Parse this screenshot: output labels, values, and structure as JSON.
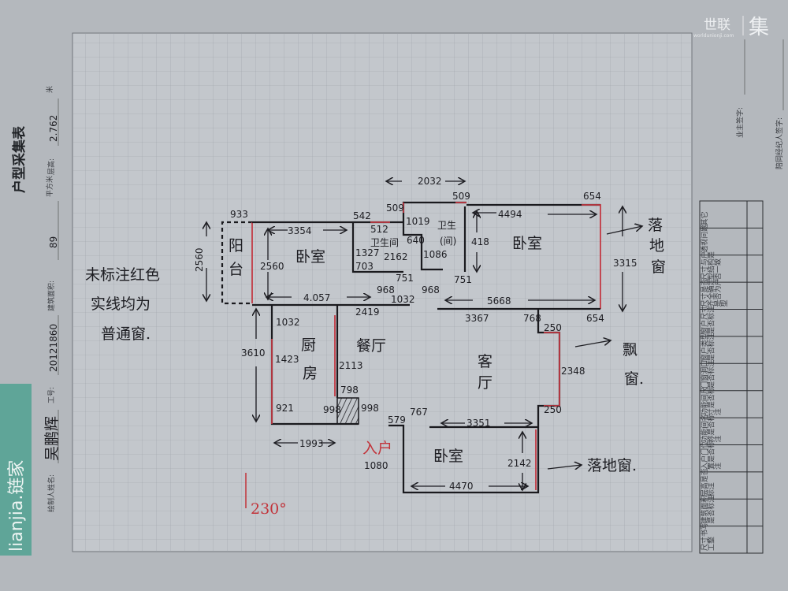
{
  "form": {
    "title": "户型采集表",
    "drawer_label": "绘制人姓名:",
    "drawer_signature": "吴鹏辉",
    "id_label": "工号:",
    "id_value": "20121860",
    "area_label": "建筑面积:",
    "area_value": "89",
    "area_unit": "平方米",
    "height_label": "层高:",
    "height_value": "2.762",
    "height_unit": "米",
    "owner_sign_label": "业主签字:",
    "agent_sign_label": "陪同经纪人签字:"
  },
  "brand": {
    "logo_text": "lianjia.链家",
    "color": "#5fa598"
  },
  "watermark": {
    "name": "世联",
    "char": "集",
    "url": "worldunionji.com"
  },
  "checklist": [
    "其它",
    "透视问题",
    "尺寸与户型结构是否一致",
    "尺寸是否齐全 确定是否为户型",
    "窗户尺寸是否标注",
    "窗户类型是否标注",
    "门窗洞口是否标注",
    "功能间尺寸是否标注",
    "功能间名称是否标注",
    "入户门位置是否标注",
    "层高是否标注",
    "建筑面积是否标注",
    "尺寸书写工整"
  ],
  "plan": {
    "note": [
      "未标注红色",
      "实线均为",
      "普通窗."
    ],
    "rooms": {
      "balcony": [
        "阳",
        "台"
      ],
      "bedroom_nw": "卧室",
      "bath1": "卫生间",
      "bath2": [
        "卫生",
        "(间)"
      ],
      "bedroom_ne": "卧室",
      "kitchen": [
        "厨",
        "房"
      ],
      "dining": "餐厅",
      "living": [
        "客",
        "厅"
      ],
      "bedroom_s": "卧室"
    },
    "annotations": {
      "floor_window_ne": [
        "落",
        "地",
        "窗"
      ],
      "bay_window": [
        "飘",
        "窗."
      ],
      "floor_window_s": "落地窗.",
      "entrance": "入户",
      "orientation": "230°"
    },
    "dims": [
      "933",
      "2560",
      "3354",
      "2560",
      "4.057",
      "542",
      "512",
      "1327",
      "2162",
      "703",
      "751",
      "968",
      "1032",
      "2419",
      "509",
      "1019",
      "640",
      "1086",
      "751",
      "968",
      "2032",
      "509",
      "654",
      "4494",
      "418",
      "5668",
      "3315",
      "3367",
      "768",
      "654",
      "250",
      "2348",
      "250",
      "1032",
      "3610",
      "1423",
      "2113",
      "798",
      "998",
      "998",
      "921",
      "579",
      "767",
      "3351",
      "1993",
      "1080",
      "2142",
      "4470"
    ]
  }
}
